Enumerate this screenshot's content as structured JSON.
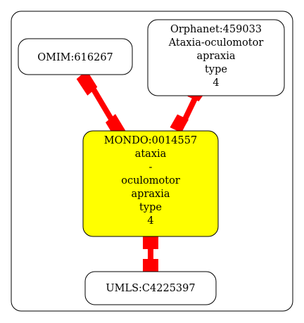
{
  "nodes": {
    "omim": {
      "lines": [
        "OMIM:616267"
      ],
      "fill": "#ffffff"
    },
    "orphanet": {
      "lines": [
        "Orphanet:459033",
        "Ataxia-oculomotor",
        "apraxia",
        "type",
        "4"
      ],
      "fill": "#ffffff"
    },
    "mondo": {
      "lines": [
        "MONDO:0014557",
        "ataxia",
        "-",
        "oculomotor",
        "apraxia",
        "type",
        "4"
      ],
      "fill": "#ffff00"
    },
    "umls": {
      "lines": [
        "UMLS:C4225397"
      ],
      "fill": "#ffffff"
    }
  },
  "edges": [
    {
      "from": "omim",
      "to": "mondo",
      "color": "#ff0000"
    },
    {
      "from": "orphanet",
      "to": "mondo",
      "color": "#ff0000"
    },
    {
      "from": "mondo",
      "to": "umls",
      "color": "#ff0000"
    }
  ]
}
